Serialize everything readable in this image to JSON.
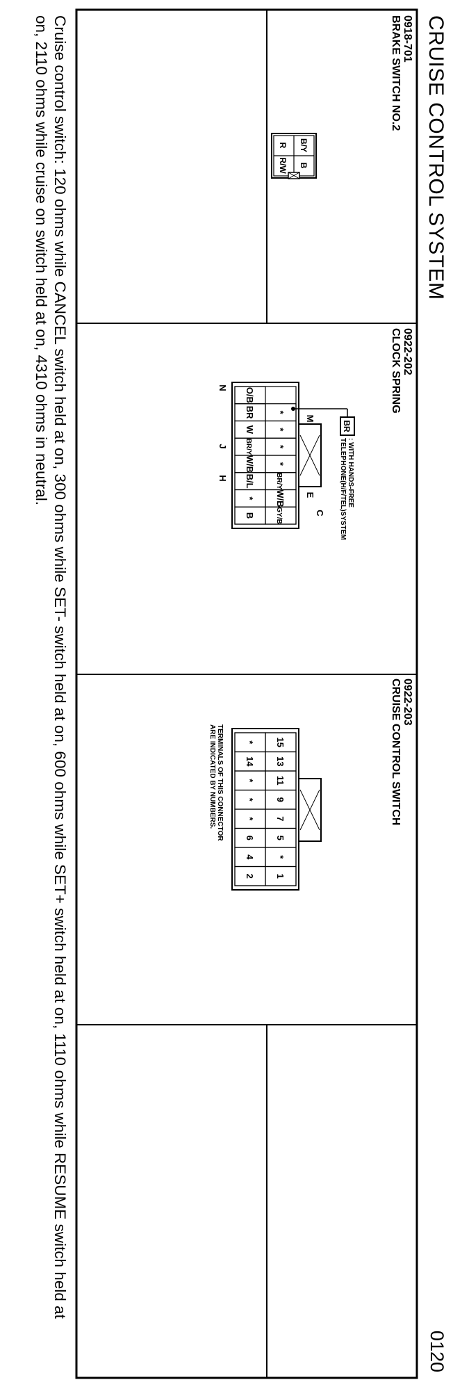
{
  "header": {
    "title": "CRUISE CONTROL SYSTEM",
    "page": "0120"
  },
  "connectors": [
    {
      "code": "0918-701",
      "name": "BRAKE SWITCH NO.2",
      "terminals": [
        "B/Y",
        "B",
        "R",
        "R/W"
      ]
    },
    {
      "code": "0922-202",
      "name": "CLOCK SPRING",
      "callout": {
        "wire": "BR",
        "text1": ": WITH HANDS-FREE",
        "text2": "TELEPHONE(H/F/TEL)SYSTEM"
      },
      "letters": {
        "top1": "M",
        "top2": "E",
        "top3": "C",
        "bot1": "N",
        "bot2": "J",
        "bot3": "H"
      },
      "row1": [
        "*",
        "*",
        "*",
        "*",
        "BR/Y",
        "W/B",
        "GY/B"
      ],
      "row2": [
        "O/B",
        "BR",
        "W",
        "BR/Y",
        "W/B",
        "B/L",
        "*",
        "B"
      ]
    },
    {
      "code": "0922-203",
      "name": "CRUISE CONTROL SWITCH",
      "row1": [
        "15",
        "13",
        "11",
        "9",
        "7",
        "5",
        "*",
        "1"
      ],
      "row2": [
        "*",
        "14",
        "*",
        "*",
        "*",
        "6",
        "4",
        "2"
      ],
      "note1": "TERMINALS OF THIS CONNECTOR",
      "note2": "ARE INDICATED BY NUMBERS."
    }
  ],
  "footnote": "Cruise control switch: 120 ohms while CANCEL switch held at on, 300 ohms while SET- switch held at on, 600 ohms while SET+ switch held at on, 1110 ohms while RESUME switch held at on, 2110 ohms while cruise on switch held at on, 4310 ohms in neutral."
}
